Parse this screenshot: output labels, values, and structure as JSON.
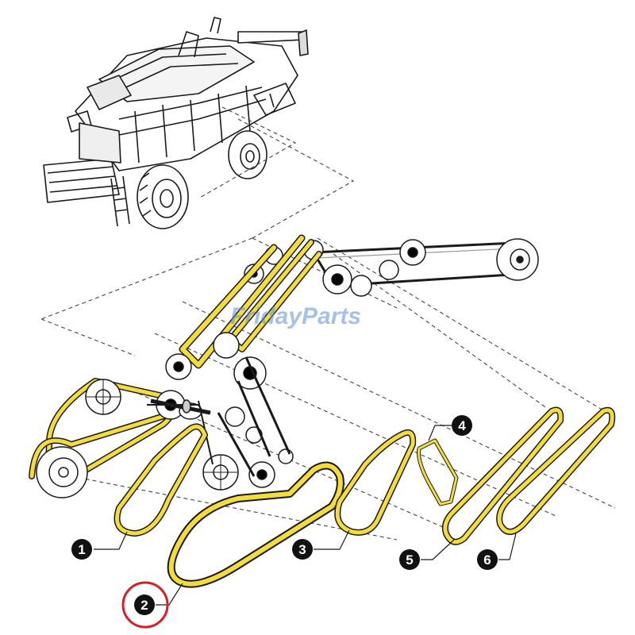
{
  "watermark": {
    "brand_part1": "Friday",
    "brand_part2": "Parts"
  },
  "callouts": [
    {
      "label": "1",
      "highlighted": false
    },
    {
      "label": "2",
      "highlighted": true
    },
    {
      "label": "3",
      "highlighted": false
    },
    {
      "label": "4",
      "highlighted": false
    },
    {
      "label": "5",
      "highlighted": false
    },
    {
      "label": "6",
      "highlighted": false
    }
  ],
  "colors": {
    "belt": "#f4dc3c",
    "line": "#1a1a1a",
    "highlight": "#d81f26",
    "watermark": "#5f8fd0"
  }
}
